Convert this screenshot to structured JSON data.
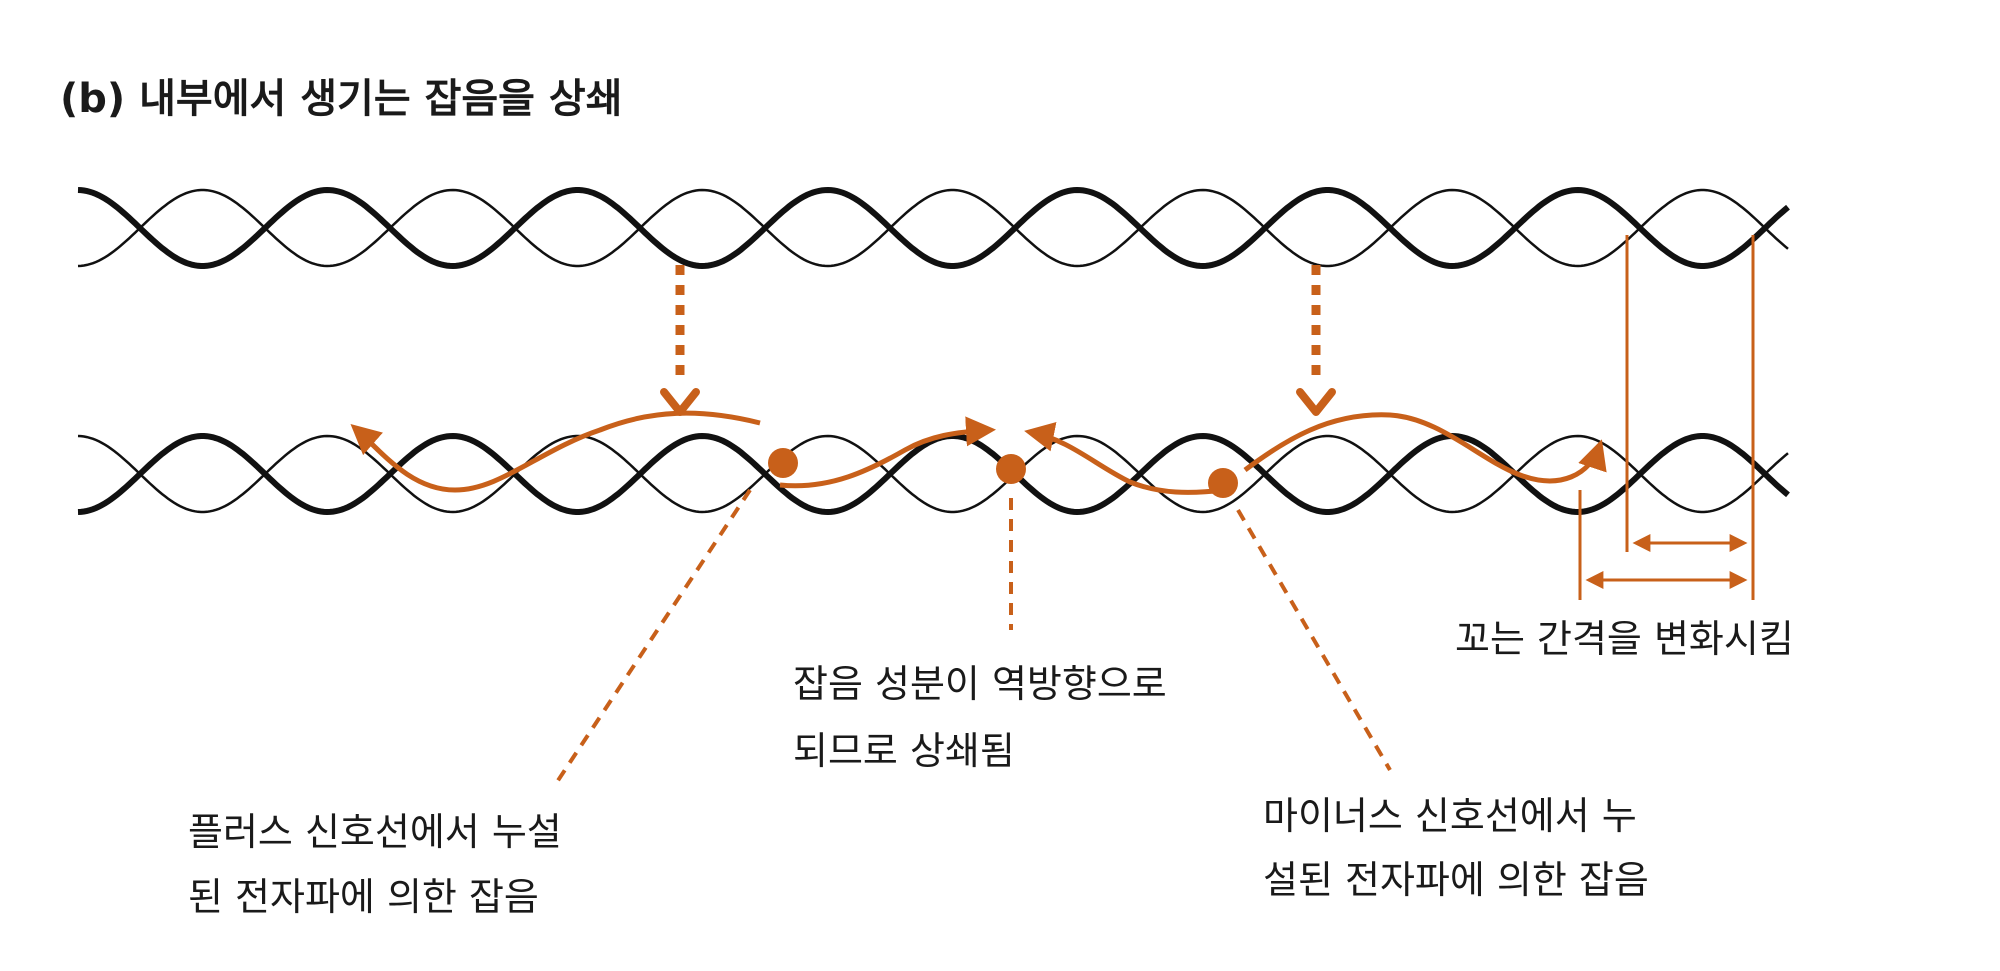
{
  "title": "(b) 내부에서 생기는 잡음을 상쇄",
  "labels": {
    "cancel_line1": "잡음 성분이 역방향으로",
    "cancel_line2": "되므로 상쇄됨",
    "twist_pitch": "꼬는 간격을 변화시킴",
    "plus_line1": "플러스 신호선에서 누설",
    "plus_line2": "된 전자파에 의한 잡음",
    "minus_line1": "마이너스 신호선에서 누",
    "minus_line2": "설된 전자파에 의한 잡음"
  },
  "colors": {
    "wire": "#111111",
    "noise": "#c8601a"
  }
}
